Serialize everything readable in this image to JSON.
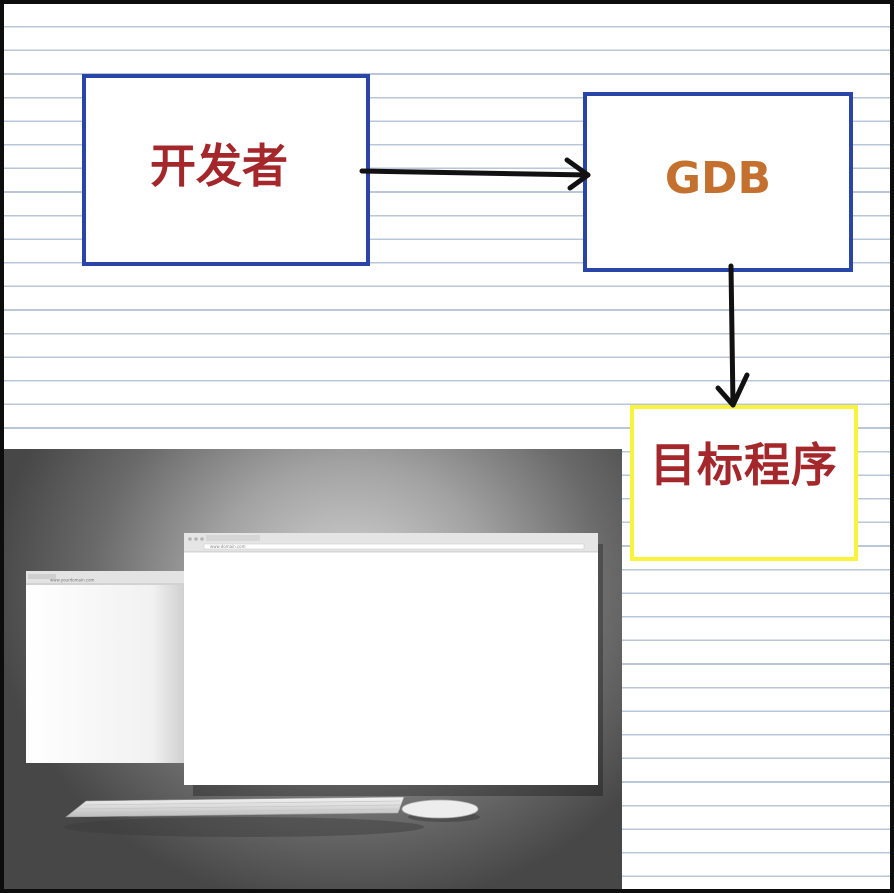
{
  "nodes": {
    "developer": {
      "label": "开发者",
      "color": "#a4282b",
      "border_color": "#2a45a8"
    },
    "gdb": {
      "label": "GDB",
      "color": "#c4702e",
      "border_color": "#2a45a8"
    },
    "target": {
      "label": "目标程序",
      "color": "#a4282b",
      "border_color": "#fbf33a"
    }
  },
  "edges": [
    {
      "from": "developer",
      "to": "gdb"
    },
    {
      "from": "gdb",
      "to": "target"
    }
  ],
  "photo": {
    "subject": "desktop-monitors-keyboard-mouse",
    "back_window_url": "www.yourdomain.com",
    "front_window_url": "www.domain.com"
  },
  "colors": {
    "line": "#b9c7d8",
    "frame": "#0d0d0d",
    "arrow": "#111111"
  }
}
